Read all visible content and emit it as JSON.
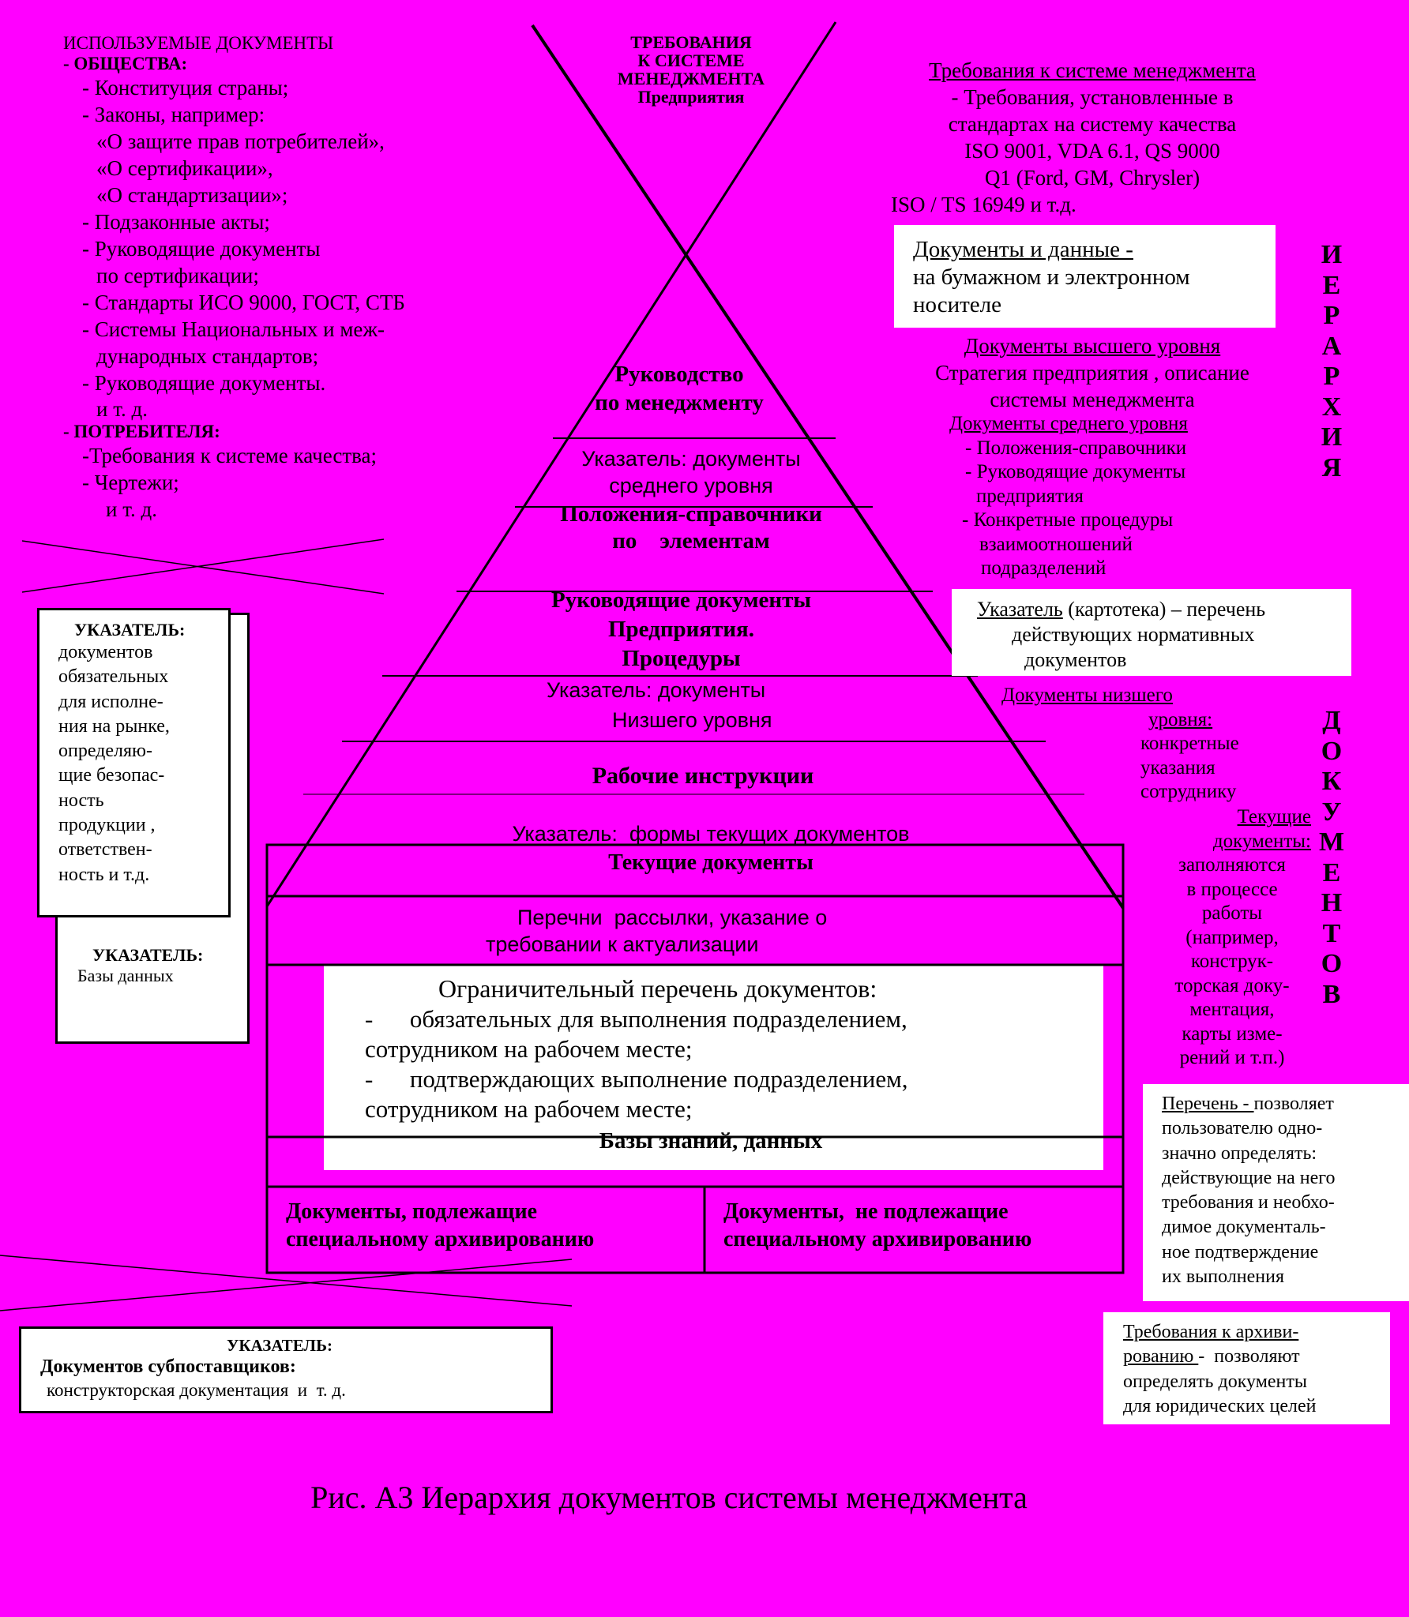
{
  "apex": {
    "title_lines": [
      "ТРЕБОВАНИЯ",
      "К СИСТЕМЕ",
      "МЕНЕДЖМЕНТА",
      "Предприятия"
    ]
  },
  "left_docs": {
    "heading": "ИСПОЛЬЗУЕМЫЕ ДОКУМЕНТЫ",
    "society_label": "- ОБЩЕСТВА:",
    "society_items": [
      "- Конституция страны;",
      "- Законы, например:",
      "«О защите прав потребителей»,",
      "«О сертификации»,",
      "«О стандартизации»;",
      "- Подзаконные акты;",
      "- Руководящие документы",
      "по сертификации;",
      "- Стандарты ИСО 9000, ГОСТ,  СТБ",
      "- Системы Национальных и меж-",
      "дународных стандартов;",
      "- Руководящие документы.",
      "и т. д."
    ],
    "consumer_label": "- ПОТРЕБИТЕЛЯ:",
    "consumer_items": [
      "-Требования к системе качества;",
      "- Чертежи;",
      "и т. д."
    ]
  },
  "right_requirements": {
    "title": "Требования к системе менеджмента",
    "lines": [
      "- Требования, установленные в",
      "стандартах на систему качества",
      "ISO  9001, VDA 6.1, QS 9000",
      "Q1 (Ford, GM, Chrysler)",
      "ISO / TS 16949 и т.д."
    ]
  },
  "docs_data_box": {
    "title": "Документы и данные -",
    "lines": [
      "на бумажном и электронном",
      "носителе"
    ]
  },
  "vertical_words": {
    "hierarchy": [
      "И",
      "Е",
      "Р",
      "А",
      "Р",
      "Х",
      "И",
      "Я"
    ],
    "documents": [
      "Д",
      "О",
      "К",
      "У",
      "М",
      "Е",
      "Н",
      "Т",
      "О",
      "В"
    ]
  },
  "right_levels": {
    "top_title": "Документы высшего уровня",
    "top_lines": [
      "Стратегия предприятия , описание",
      "системы менеджмента"
    ],
    "mid_title": "Документы среднего уровня",
    "mid_lines": [
      "- Положения-справочники",
      "- Руководящие документы",
      "предприятия",
      "-  Конкретные  процедуры",
      "взаимоотношений",
      "подразделений"
    ],
    "low_title_1": "Документы   низшего",
    "low_title_2": "уровня:",
    "low_lines": [
      "конкретные",
      "указания",
      "сотруднику"
    ],
    "current_title_1": "Текущие",
    "current_title_2": "документы:",
    "current_lines": [
      "заполняются",
      "в процессе",
      "работы",
      "(например,",
      "конструк-",
      "торская доку-",
      "ментация,",
      "карты изме-",
      "рений и т.п.)"
    ]
  },
  "index_card_box": {
    "title": "Указатель",
    "line1_rest": "  (картотека) – перечень",
    "lines": [
      "действующих нормативных",
      "документов"
    ]
  },
  "pyramid": {
    "level1": [
      "Руководство",
      "по менеджменту"
    ],
    "index_mid": [
      "Указатель: документы",
      "среднего уровня"
    ],
    "regulations": [
      "Положения-справочники",
      "по    элементам"
    ],
    "guides": [
      "Руководящие документы",
      "Предприятия.",
      "Процедуры"
    ],
    "index_low": [
      "Указатель: документы",
      "Низшего уровня"
    ],
    "work_instructions": "Рабочие инструкции",
    "index_forms": "Указатель:  формы текущих документов",
    "current_docs": "Текущие документы",
    "distribution": [
      "Перечни  рассылки, указание о",
      "требовании к актуализации"
    ],
    "limited_list": {
      "title": "Ограничительный перечень документов:",
      "lines": [
        "-      обязательных для выполнения подразделением,",
        "сотрудником на рабочем месте;",
        "-      подтверждающих выполнение подразделением,",
        "сотрудником на рабочем месте;"
      ]
    },
    "knowledge_bases": "Базы знаний, данных",
    "archive_yes": [
      "Документы, подлежащие",
      "специальному архивированию"
    ],
    "archive_no": [
      "Документы,  не подлежащие",
      "специальному архивированию"
    ]
  },
  "left_index_box": {
    "title": "УКАЗАТЕЛЬ:",
    "lines": [
      "документов",
      "обязательных",
      "для исполне-",
      "ния на рынке,",
      "определяю-",
      "щие безопас-",
      "ность",
      "продукции ,",
      "ответствен-",
      "ность  и т.д."
    ]
  },
  "left_db_box": {
    "title": "УКАЗАТЕЛЬ:",
    "line": "Базы данных"
  },
  "list_box": {
    "title": "Перечень - ",
    "first_rest": "позволяет",
    "lines": [
      "пользователю одно-",
      "значно определять:",
      "действующие на него",
      "требования и  необхо-",
      "димое документаль-",
      "ное  подтверждение",
      "их выполнения"
    ]
  },
  "archive_req_box": {
    "title": "Требования к  архиви-",
    "title2": "рованию ",
    "title2_rest": "-  позволяют",
    "lines": [
      "определять  документы",
      "для юридических целей"
    ]
  },
  "subsupplier_box": {
    "title": "УКАЗАТЕЛЬ:",
    "line1": "Документов субпоставщиков:",
    "line2": "конструкторская документация  и  т. д."
  },
  "caption": "Рис. А3 Иерархия документов системы менеджмента"
}
